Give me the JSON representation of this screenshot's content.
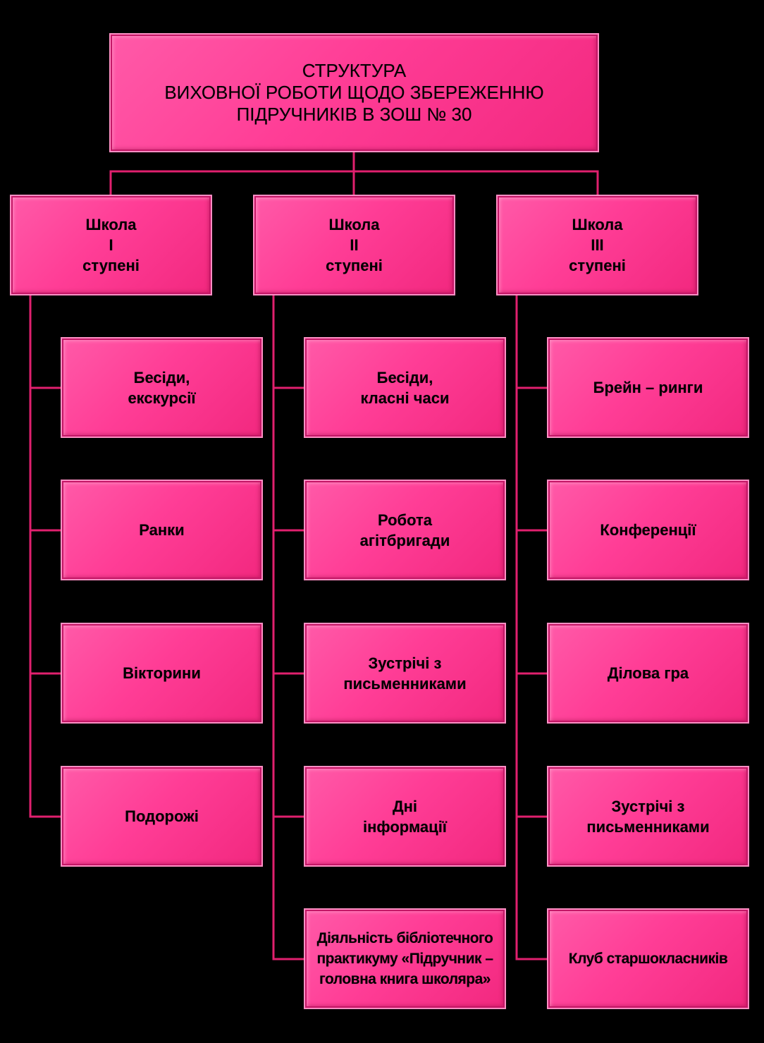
{
  "title": "СТРУКТУРА\nВИХОВНОЇ РОБОТИ ЩОДО ЗБЕРЕЖЕННЮ\nПІДРУЧНИКІВ     В     ЗОШ № 30",
  "levels": [
    {
      "label": "Школа\nІ\nступені",
      "items": [
        "Бесіди,\nекскурсії",
        "Ранки",
        "Вікторини",
        "Подорожі"
      ]
    },
    {
      "label": "Школа\nІІ\nступені",
      "items": [
        "Бесіди,\nкласні часи",
        "Робота\nагітбригади",
        "Зустрічі з\nписьменниками",
        "Дні\nінформації",
        "Діяльність бібліотечного практикуму «Підручник – головна книга школяра»"
      ]
    },
    {
      "label": "Школа\nІІІ\nступені",
      "items": [
        "Брейн – ринги",
        "Конференції",
        "Ділова гра",
        "Зустрічі з\nписьменниками",
        "Клуб старшокласників"
      ]
    }
  ],
  "colors": {
    "background": "#000000",
    "box_fill": "#ff3d96",
    "connector": "#e0206e"
  }
}
